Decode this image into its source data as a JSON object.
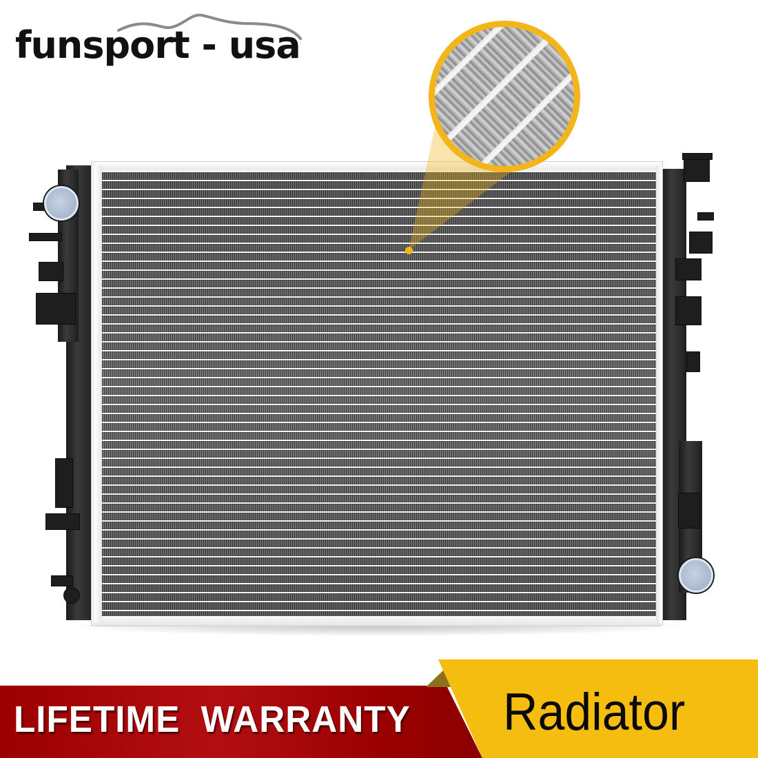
{
  "brand": {
    "logo_text": "funsport - usa"
  },
  "product_image": {
    "subject": "radiator",
    "callout": "fin-detail-magnifier",
    "colors": {
      "callout_ring": "#f2b51a",
      "tank_plastic": "#1e1e1e",
      "core_metal": "#a0a0a0",
      "cap_blue": "#b4c3d8"
    }
  },
  "banner": {
    "warranty_label": "LIFETIME  WARRANTY",
    "product_label": "Radiator",
    "colors": {
      "red": "#a50005",
      "yellow": "#f4bd10",
      "fold": "#8e6f1c",
      "warranty_text": "#ffffff",
      "product_text": "#0a0a0a"
    }
  }
}
